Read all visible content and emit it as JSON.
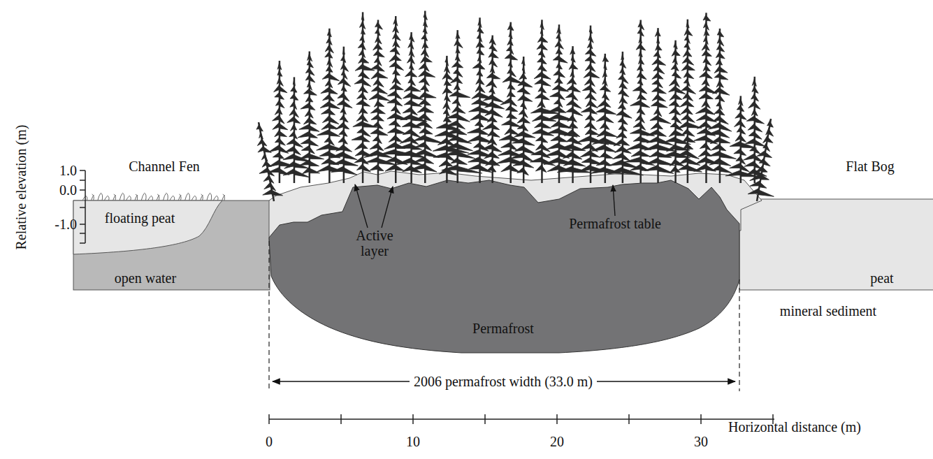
{
  "diagram": {
    "labels": [
      "Relative elevation (m)",
      "1.0",
      "0.0",
      "-1.0",
      "Channel Fen",
      "Flat Bog",
      "floating peat",
      "open water",
      "Active layer",
      "Permafrost table",
      "peat",
      "mineral sediment",
      "Permafrost",
      "2006 permafrost width (33.0 m)",
      "0",
      "10",
      "20",
      "30",
      "Horizontal distance (m)"
    ]
  }
}
